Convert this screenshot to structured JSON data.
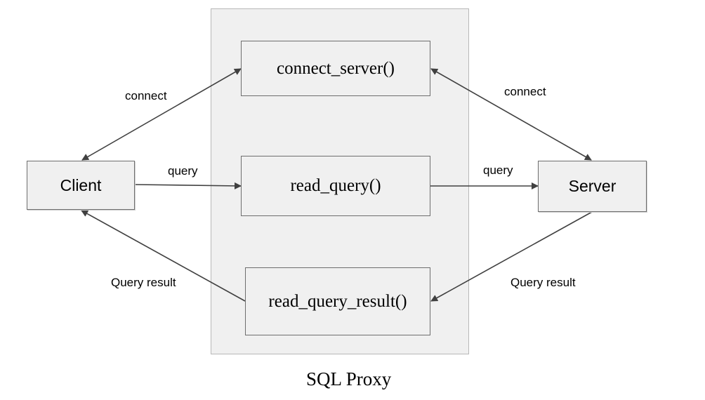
{
  "proxy": {
    "caption": "SQL Proxy",
    "functions": {
      "connect": "connect_server()",
      "read_query": "read_query()",
      "read_result": "read_query_result()"
    }
  },
  "nodes": {
    "client": "Client",
    "server": "Server"
  },
  "edges": {
    "client_connect": "connect",
    "server_connect": "connect",
    "client_query": "query",
    "server_query": "query",
    "client_result": "Query result",
    "server_result": "Query result"
  },
  "colors": {
    "box_fill": "#f0f0f0",
    "box_border": "#6e6e6e",
    "arrow": "#404040"
  }
}
